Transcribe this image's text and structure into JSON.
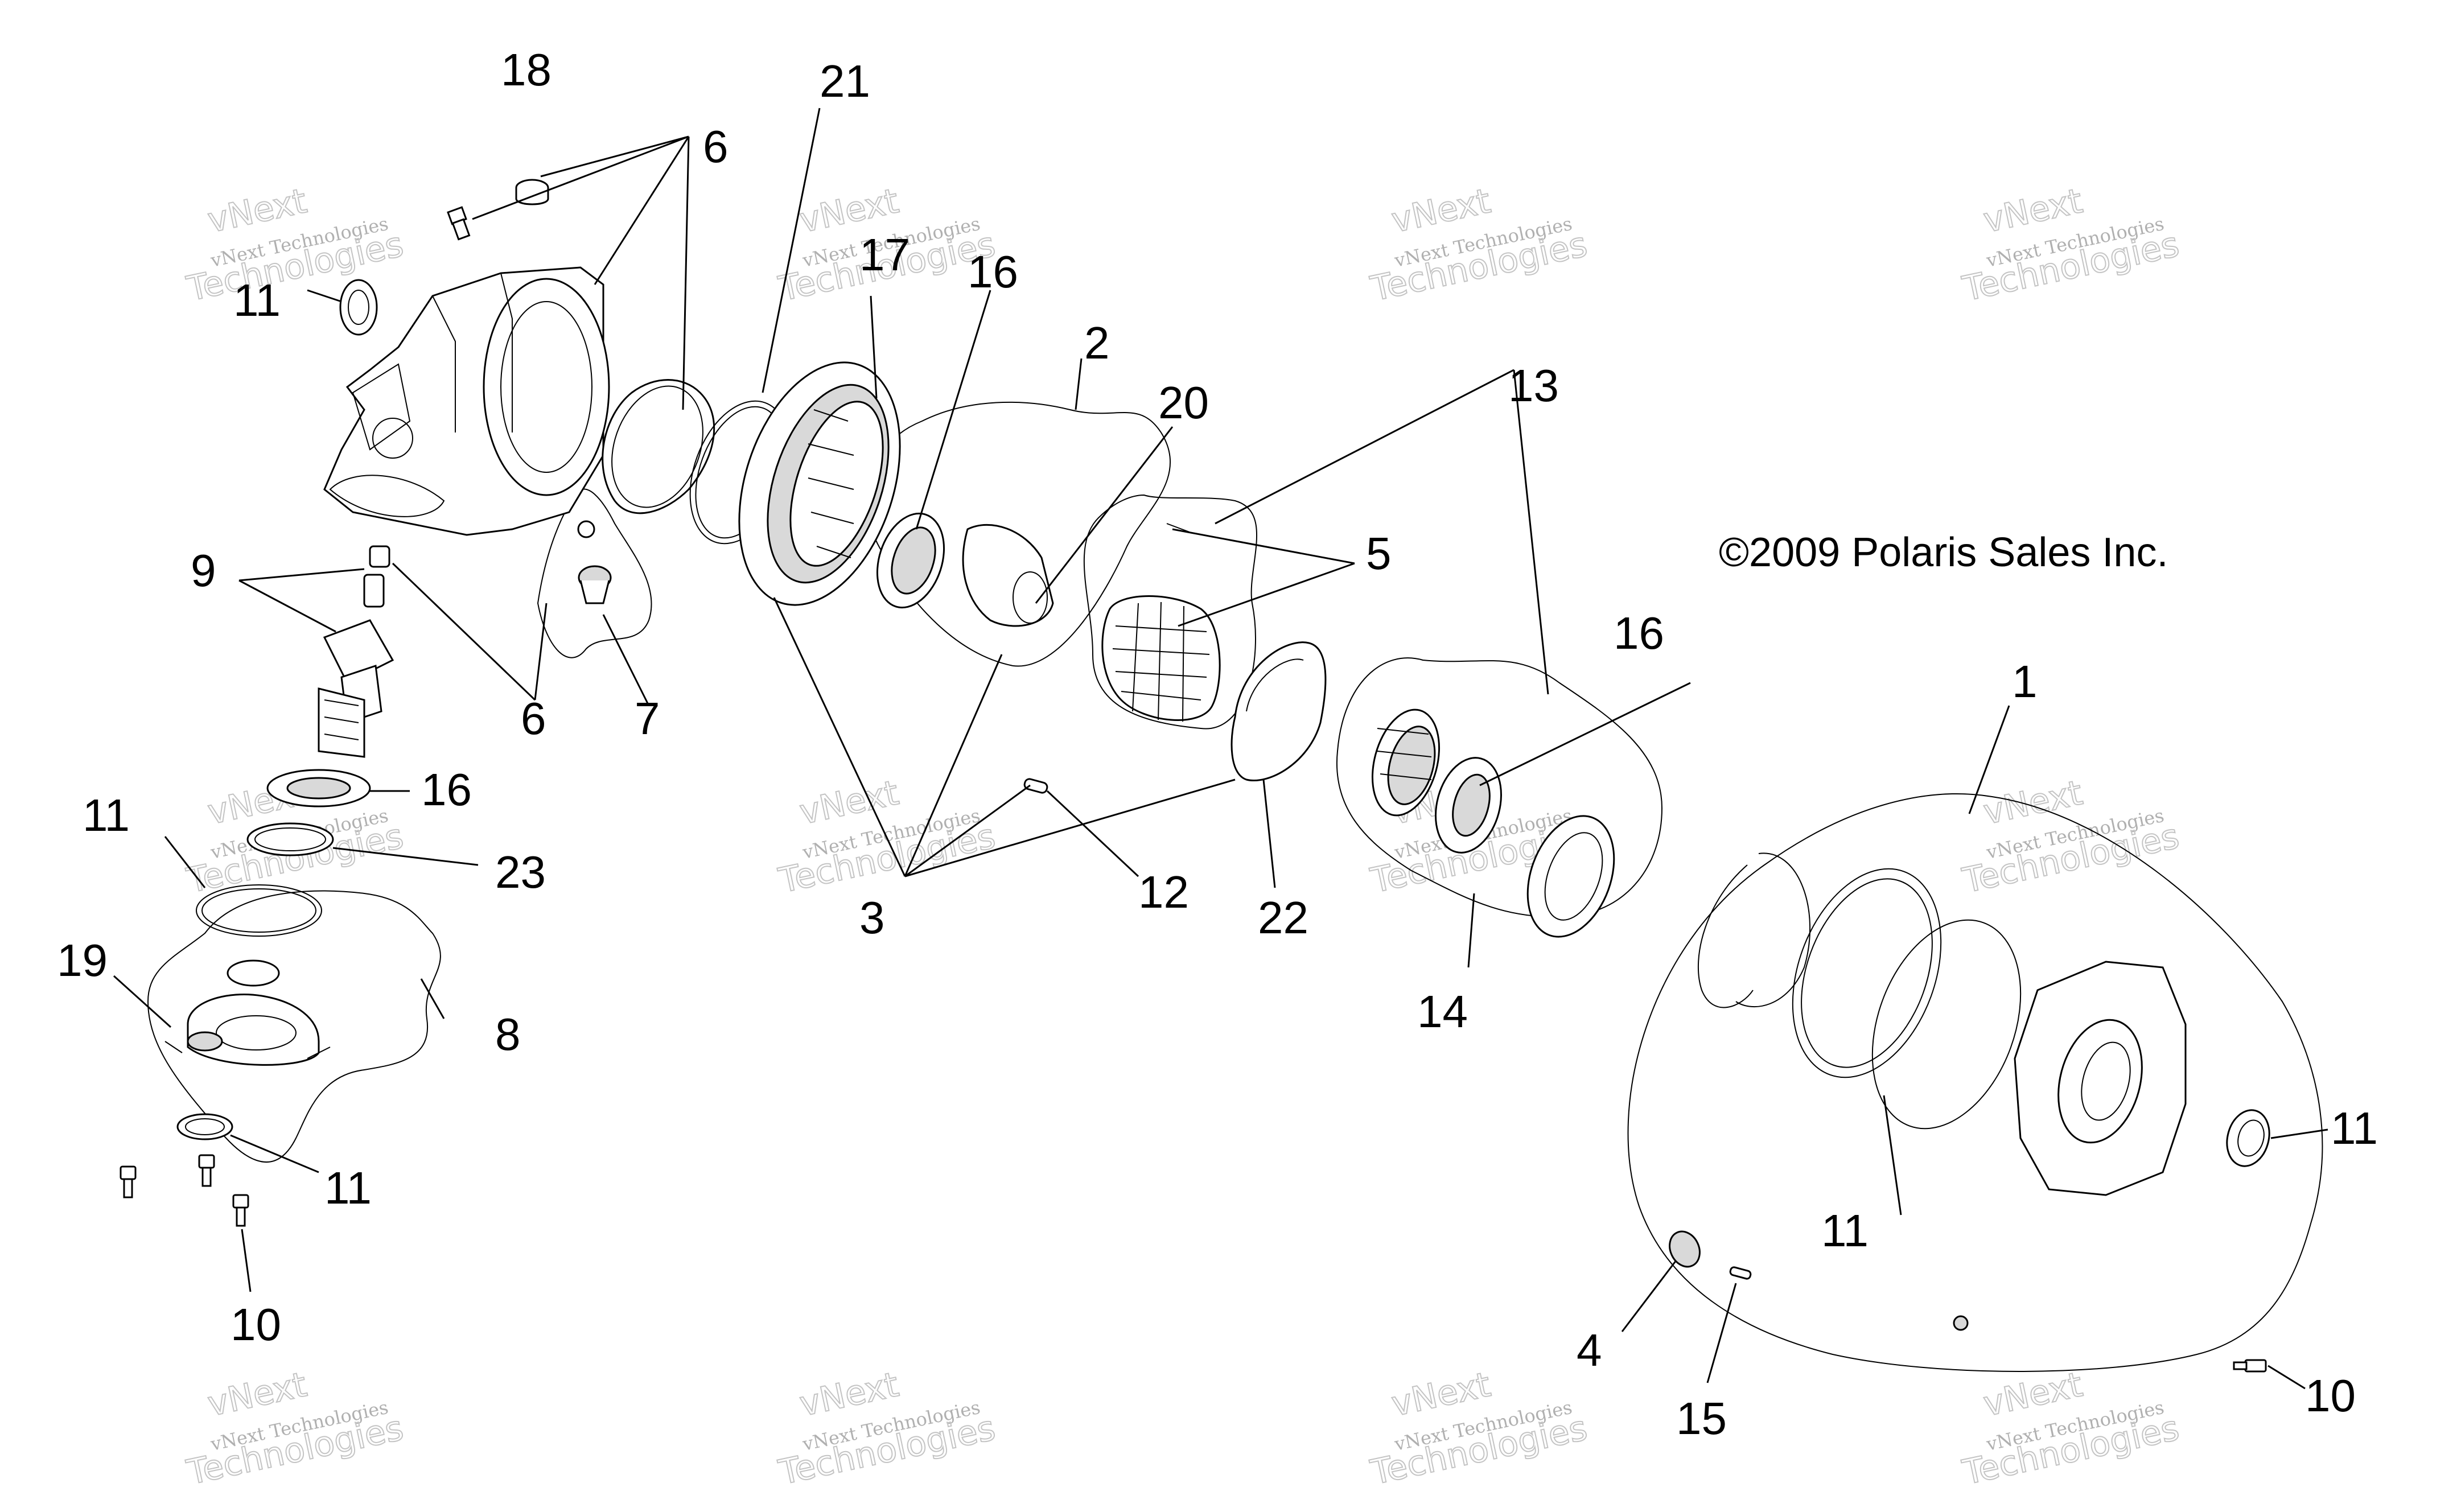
{
  "copyright": "©2009 Polaris Sales Inc.",
  "watermark": {
    "line1": "vNext Technologies",
    "line2": "vNext",
    "line3": "Technologies"
  },
  "labels": {
    "l1": "1",
    "l2": "2",
    "l3": "3",
    "l4": "4",
    "l5": "5",
    "l6a": "6",
    "l6b": "6",
    "l7": "7",
    "l8": "8",
    "l9": "9",
    "l10a": "10",
    "l10b": "10",
    "l11a": "11",
    "l11b": "11",
    "l11c": "11",
    "l11d": "11",
    "l11e": "11",
    "l12": "12",
    "l13": "13",
    "l14": "14",
    "l15": "15",
    "l16a": "16",
    "l16b": "16",
    "l16c": "16",
    "l17": "17",
    "l18": "18",
    "l19": "19",
    "l20": "20",
    "l21": "21",
    "l22": "22",
    "l23": "23"
  }
}
